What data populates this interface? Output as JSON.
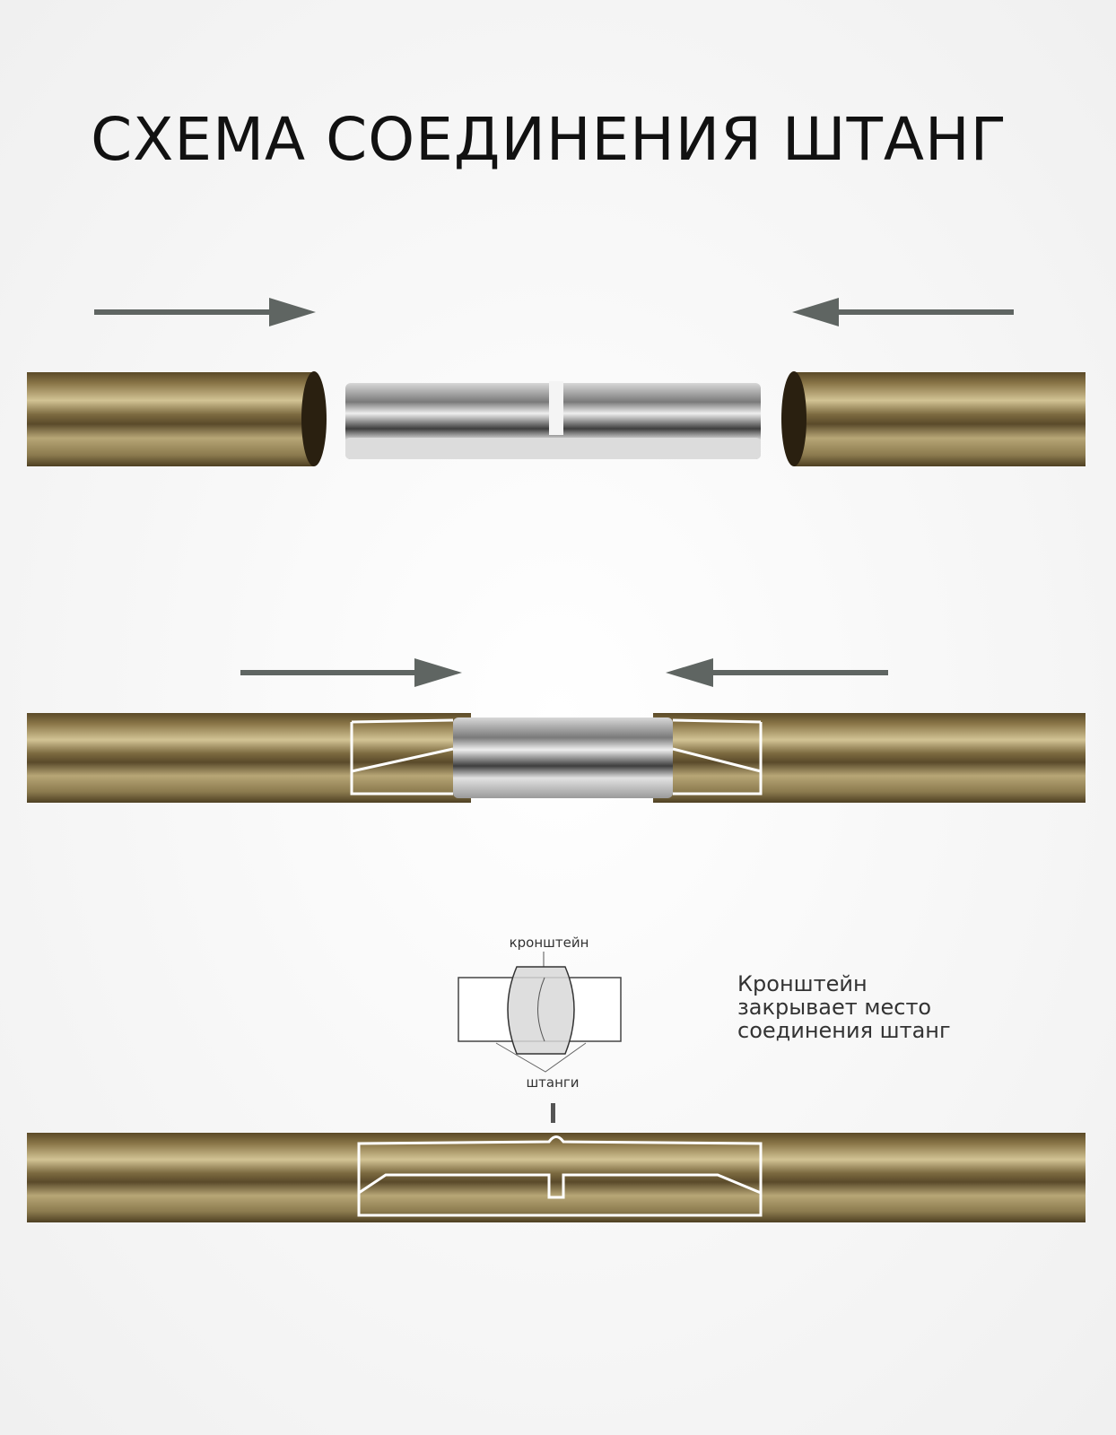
{
  "title": "СХЕМА СОЕДИНЕНИЯ ШТАНГ",
  "labels": {
    "bracket": "кронштейн",
    "rods": "штанги"
  },
  "note": [
    "Кронштейн",
    "закрывает место",
    "соединения штанг"
  ],
  "colors": {
    "arrow": "#5f6562",
    "brass_dark": "#4a3c20",
    "brass_light": "#c9b98a",
    "chrome": "#b8b8b8"
  }
}
